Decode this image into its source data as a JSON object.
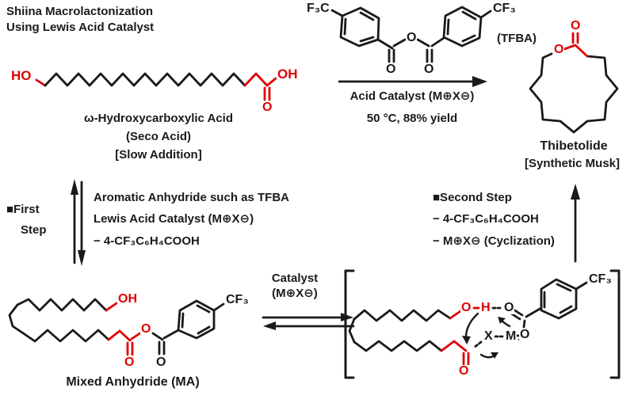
{
  "colors": {
    "bond_black": "#1a1a1a",
    "bond_red": "#e00000",
    "background": "#ffffff"
  },
  "title": {
    "line1": "Shiina Macrolactonization",
    "line2": "Using Lewis Acid Catalyst"
  },
  "seco": {
    "ho": "HO",
    "oh": "OH",
    "carbonyl_o": "O",
    "name": "ω-Hydroxycarboxylic Acid",
    "alias": "(Seco Acid)",
    "note": "[Slow Addition]"
  },
  "tfba": {
    "f3c": "F₃C",
    "cf3": "CF₃",
    "ester_o": "O",
    "left_carbonyl_o": "O",
    "right_carbonyl_o": "O",
    "label": "(TFBA)"
  },
  "reaction": {
    "condition_line1": "Acid Catalyst (M⊕X⊖)",
    "condition_line2": "50 °C, 88% yield"
  },
  "product": {
    "ring_o": "O",
    "carbonyl_o": "O",
    "name": "Thibetolide",
    "category": "[Synthetic Musk]"
  },
  "first_step": {
    "marker_line1": "■First",
    "marker_line2": "Step",
    "line1": "Aromatic Anhydride such as TFBA",
    "line2": "Lewis Acid Catalyst (M⊕X⊖)",
    "line3": "− 4-CF₃C₆H₄COOH"
  },
  "second_step": {
    "marker": "■Second Step",
    "line1": "− 4-CF₃C₆H₄COOH",
    "line2": "− M⊕X⊖ (Cyclization)"
  },
  "mixed_anhydride": {
    "oh": "OH",
    "ester_o": "O",
    "acyl_o": "O",
    "aroyl_o": "O",
    "cf3": "CF₃",
    "name": "Mixed Anhydride (MA)"
  },
  "ma_equilibrium": {
    "line1": "Catalyst",
    "line2": "(M⊕X⊖)"
  },
  "intermediate": {
    "o": "O",
    "h": "H",
    "aroyl_o_top": "O",
    "aroyl_o_bottom": "O",
    "m": "M",
    "x": "X",
    "acyl_o": "O",
    "cf3": "CF₃"
  }
}
